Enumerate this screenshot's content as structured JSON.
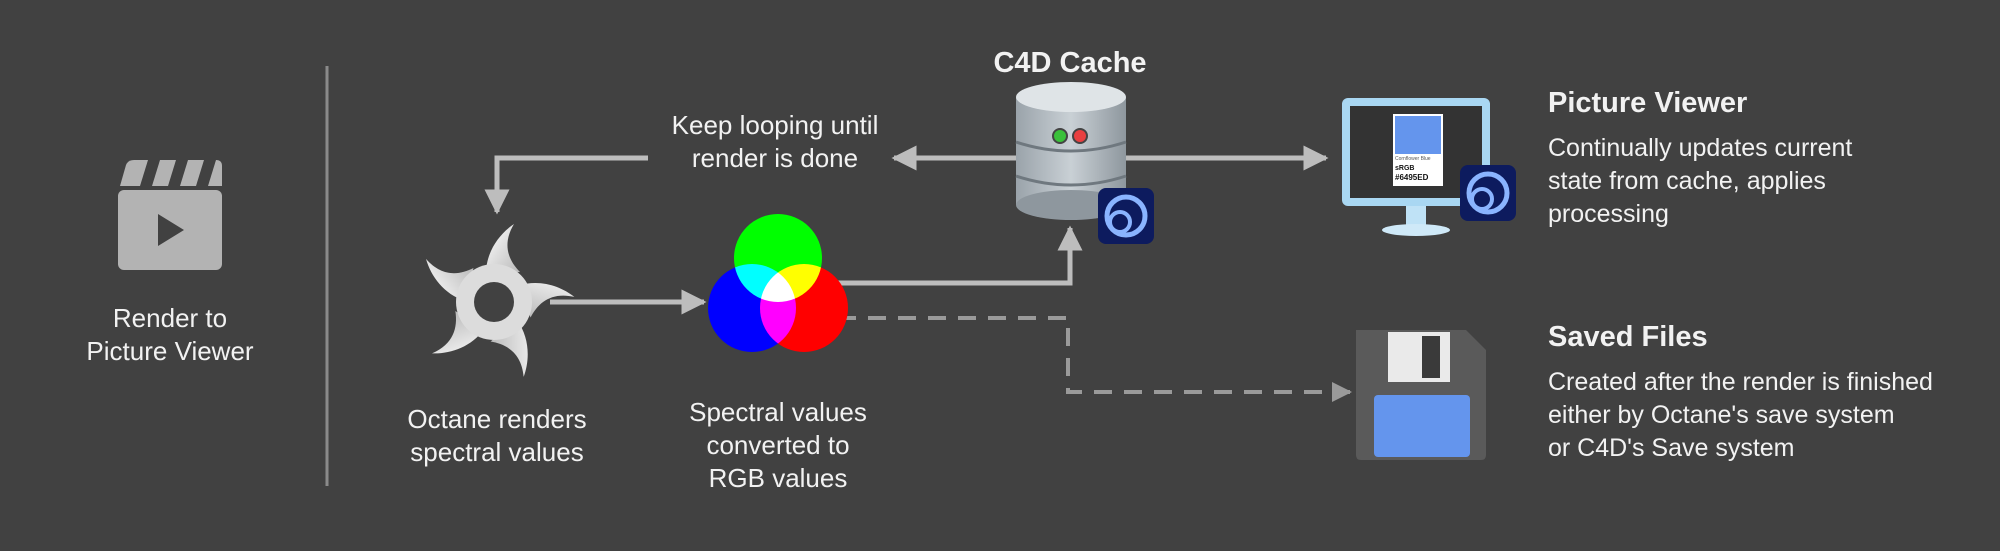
{
  "diagram": {
    "left_panel": {
      "icon": "clapperboard-icon",
      "lines": [
        "Render to",
        "Picture Viewer"
      ]
    },
    "loop_label": {
      "lines": [
        "Keep looping until",
        "render is done"
      ]
    },
    "cache": {
      "title": "C4D Cache",
      "icon": "database-icon",
      "badge_icon": "cinema4d-logo-icon"
    },
    "octane": {
      "icon": "octane-logo-icon",
      "lines": [
        "Octane renders",
        "spectral values"
      ]
    },
    "rgb": {
      "icon": "rgb-venn-icon",
      "lines": [
        "Spectral values",
        "converted to",
        "RGB values"
      ]
    },
    "picture_viewer": {
      "title": "Picture Viewer",
      "icon": "monitor-icon",
      "badge_icon": "cinema4d-logo-icon",
      "lines": [
        "Continually updates current",
        "state from cache, applies",
        "processing"
      ],
      "screen_card": {
        "caption": "Cornflower Blue",
        "space": "sRGB",
        "hex": "#6495ED",
        "swatch_color": "#6495ED"
      }
    },
    "saved_files": {
      "title": "Saved Files",
      "icon": "floppy-disk-icon",
      "lines": [
        "Created after the render is finished",
        "either by Octane's save system",
        "or C4D's Save system"
      ]
    }
  },
  "colors": {
    "background": "#414141",
    "arrow": "#bdbdbd",
    "dashed_arrow": "#9a9a9a",
    "badge": "#0d1b5e",
    "accent_blue": "#6495ED"
  }
}
